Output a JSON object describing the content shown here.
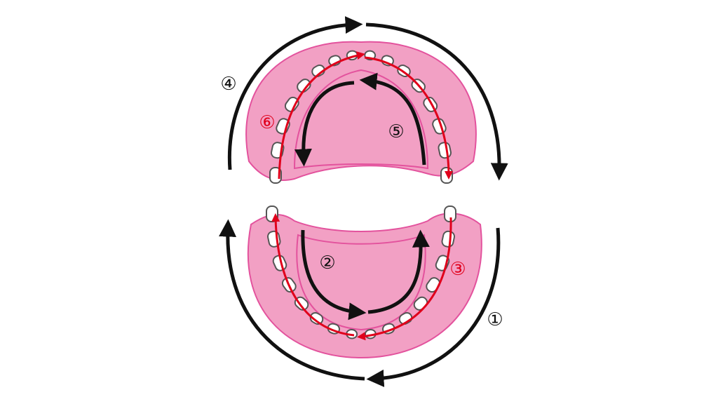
{
  "step_labels": {
    "outer_lower": "①",
    "inner_lower": "②",
    "chewing_lower": "③",
    "outer_upper": "④",
    "inner_upper": "⑤",
    "chewing_upper": "⑥"
  },
  "colors": {
    "gum": "#f2a0c4",
    "gum_outline": "#e3529d",
    "tooth": "#ffffff",
    "tooth_outline": "#555555",
    "arrow_black": "#111111",
    "arrow_red": "#e0001b"
  }
}
